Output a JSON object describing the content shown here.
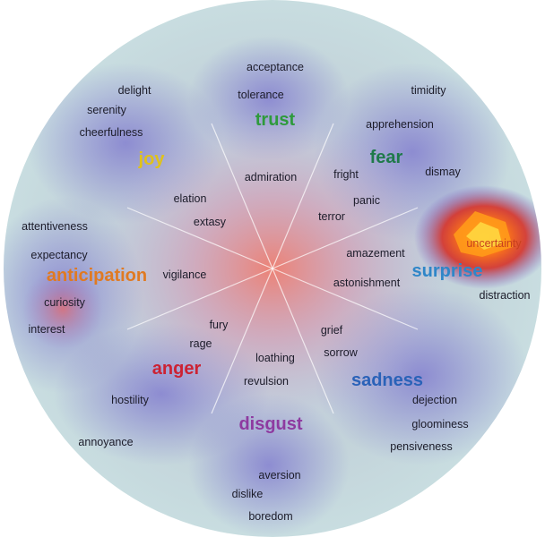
{
  "colors": {
    "trust": "#2e9a3c",
    "fear": "#1f7a4a",
    "surprise": "#2f86c8",
    "sadness": "#2a62b8",
    "disgust": "#8e3aa0",
    "anger": "#cc2233",
    "anticipation": "#e07a22",
    "joy": "#e0c21a"
  },
  "emotions": {
    "trust": "trust",
    "fear": "fear",
    "surprise": "surprise",
    "sadness": "sadness",
    "disgust": "disgust",
    "anger": "anger",
    "anticipation": "anticipation",
    "joy": "joy"
  },
  "words": {
    "acceptance": "acceptance",
    "tolerance": "tolerance",
    "admiration": "admiration",
    "timidity": "timidity",
    "apprehension": "apprehension",
    "dismay": "dismay",
    "fright": "fright",
    "panic": "panic",
    "terror": "terror",
    "uncertainty": "uncertainty",
    "amazement": "amazement",
    "astonishment": "astonishment",
    "distraction": "distraction",
    "grief": "grief",
    "sorrow": "sorrow",
    "dejection": "dejection",
    "gloominess": "gloominess",
    "pensiveness": "pensiveness",
    "loathing": "loathing",
    "revulsion": "revulsion",
    "aversion": "aversion",
    "dislike": "dislike",
    "boredom": "boredom",
    "fury": "fury",
    "rage": "rage",
    "hostility": "hostility",
    "annoyance": "annoyance",
    "vigilance": "vigilance",
    "attentiveness": "attentiveness",
    "expectancy": "expectancy",
    "curiosity": "curiosity",
    "interest": "interest",
    "delight": "delight",
    "serenity": "serenity",
    "cheerfulness": "cheerfulness",
    "elation": "elation",
    "extasy": "extasy"
  }
}
